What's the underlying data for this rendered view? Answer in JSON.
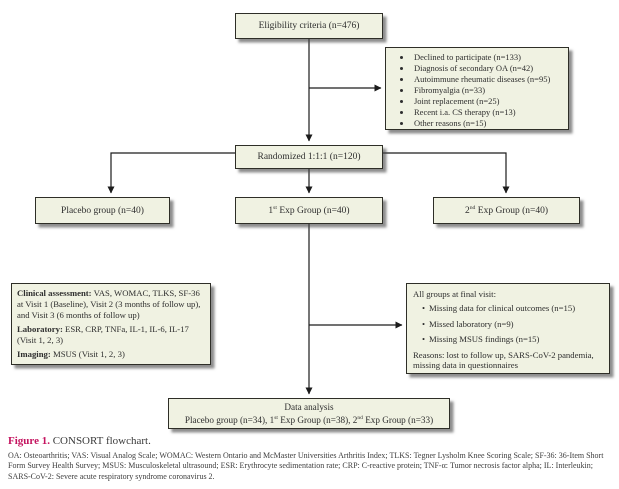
{
  "colors": {
    "box_fill": "#f0f2e2",
    "box_border": "#2e2e27",
    "figure_label": "#c4135f",
    "connector": "#1c1c1c"
  },
  "flowchart": {
    "eligibility": {
      "label": "Eligibility criteria (n=476)"
    },
    "exclusions": {
      "items": [
        "Declined to participate (n=133)",
        "Diagnosis of secondary OA (n=42)",
        "Autoimmune rheumatic diseases (n=95)",
        "Fibromyalgia (n=33)",
        "Joint replacement (n=25)",
        "Recent i.a. CS therapy (n=13)",
        "Other reasons (n=15)"
      ]
    },
    "randomized": {
      "label": "Randomized 1:1:1 (n=120)"
    },
    "groups": {
      "placebo": {
        "label": "Placebo group (n=40)"
      },
      "exp1": {
        "num": "1",
        "sup": "st",
        "rest": " Exp Group (n=40)"
      },
      "exp2": {
        "num": "2",
        "sup": "nd",
        "rest": " Exp Group (n=40)"
      }
    },
    "assessments": {
      "clinical_label": "Clinical assessment:",
      "clinical_text": " VAS, WOMAC, TLKS, SF-36 at Visit 1 (Baseline), Visit 2 (3 months of follow up), and Visit 3 (6 months of follow up)",
      "laboratory_label": "Laboratory:",
      "laboratory_text": " ESR, CRP, TNFa, IL-1, IL-6, IL-17 (Visit 1, 2, 3)",
      "imaging_label": "Imaging:",
      "imaging_text": " MSUS (Visit 1, 2, 3)"
    },
    "final_visit": {
      "title": "All groups at final visit:",
      "items": [
        "Missing data for clinical outcomes (n=15)",
        "Missed laboratory (n=9)",
        "Missing MSUS findings (n=15)"
      ],
      "reasons": "Reasons: lost to follow up, SARS-CoV-2 pandemia, missing data in questionnaires"
    },
    "data_analysis": {
      "title": "Data analysis",
      "segments": [
        "Placebo group (n=34), 1",
        "st",
        " Exp Group (n=38), 2",
        "nd",
        " Exp Group (n=33)"
      ]
    }
  },
  "caption": {
    "figure_label": "Figure 1.",
    "figure_title": " CONSORT flowchart.",
    "legend": "OA: Osteoarthritis; VAS: Visual Analog Scale; WOMAC: Western Ontario and McMaster Universities Arthritis Index; TLKS: Tegner Lysholm Knee Scoring Scale; SF-36: 36-Item Short Form Survey Health Survey; MSUS: Musculoskeletal ultrasound; ESR: Erythrocyte sedimentation rate; CRP: C-reactive protein; TNF-α: Tumor necrosis factor alpha; IL: Interleukin; SARS-CoV-2: Severe acute respiratory syndrome coronavirus 2."
  }
}
